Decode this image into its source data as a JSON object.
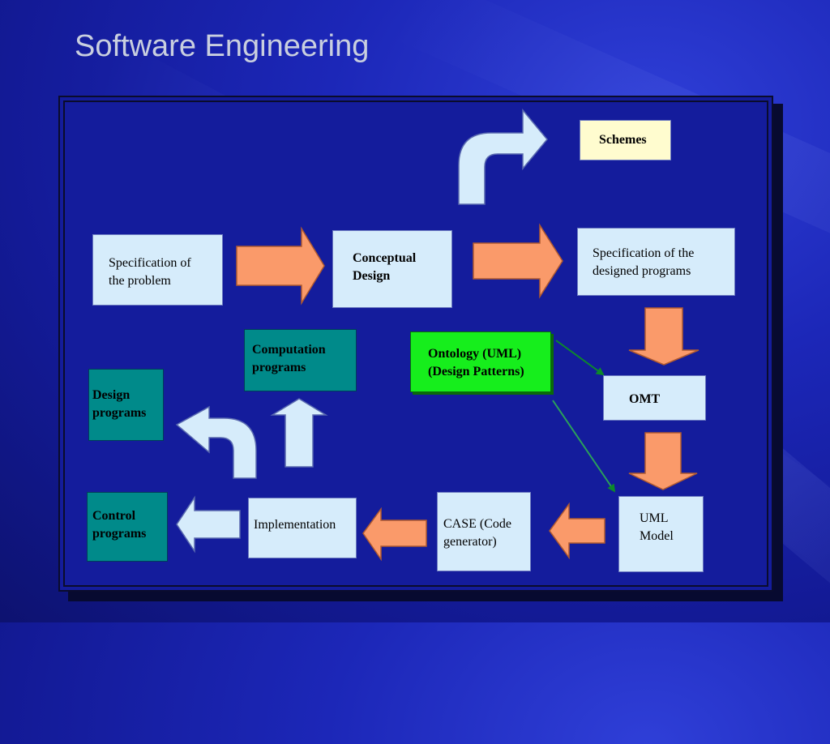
{
  "slide": {
    "title": "Software Engineering"
  },
  "diagram": {
    "nodes": {
      "schemes": "Schemes",
      "spec_problem": "Specification of\nthe problem",
      "conceptual_design": "Conceptual\nDesign",
      "spec_designed": "Specification of the\ndesigned  programs",
      "computation_programs": "Computation\n programs",
      "ontology": "Ontology (UML)\n(Design Patterns)",
      "design_programs": "Design\nprograms",
      "omt": "OMT",
      "control_programs": "Control\nprograms",
      "implementation": "Implementation",
      "case": "CASE (Code\ngenerator)",
      "uml_model": "UML\nModel"
    }
  }
}
